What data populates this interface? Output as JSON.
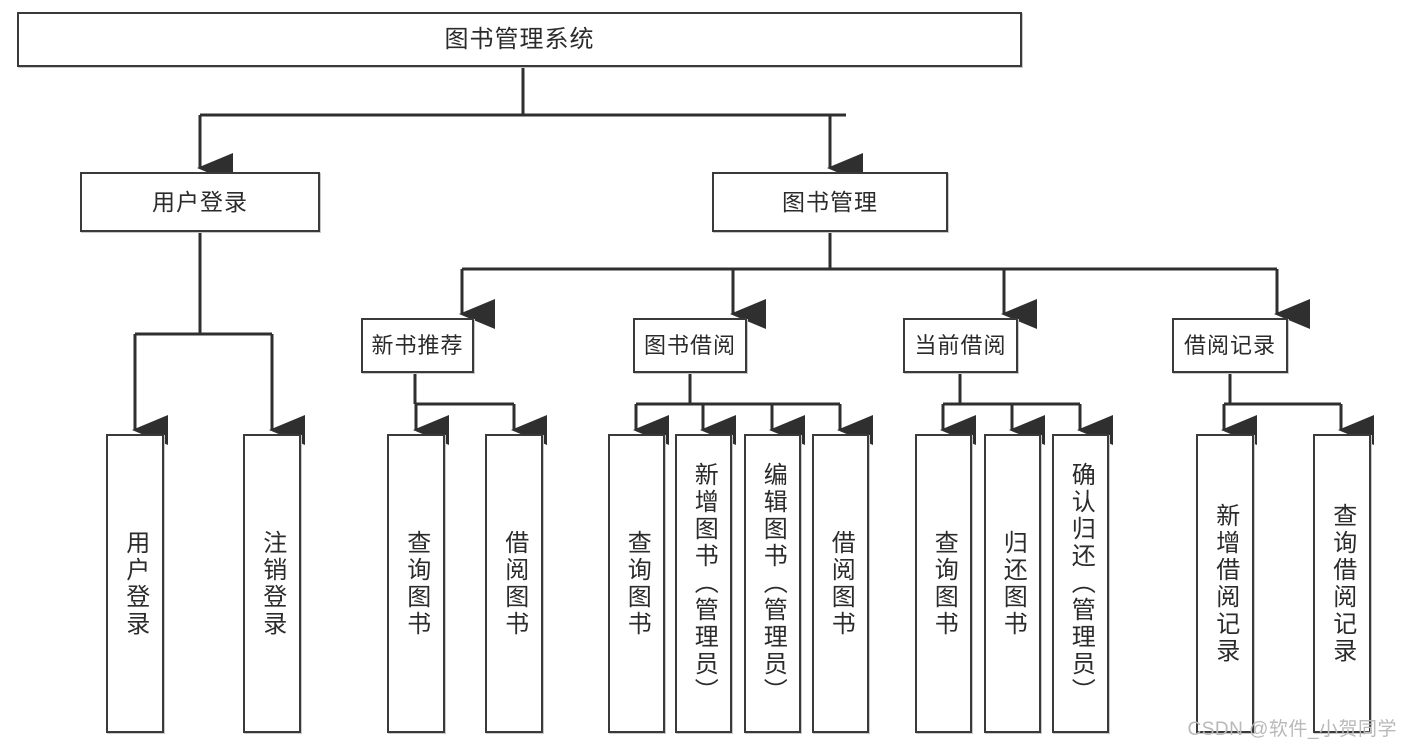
{
  "diagram": {
    "title": "图书管理系统",
    "type": "tree-hierarchy",
    "watermark": "CSDN @软件_小贺同学",
    "colors": {
      "box_border": "#3a3a3a",
      "box_fill": "#ffffff",
      "connector": "#2f2f2f",
      "text": "#2b2b2b",
      "watermark": "#b9b9b9",
      "background": "#ffffff"
    }
  },
  "root": {
    "label": "图书管理系统"
  },
  "level1": [
    {
      "label": "用户登录"
    },
    {
      "label": "图书管理"
    }
  ],
  "level2": [
    {
      "label": "新书推荐"
    },
    {
      "label": "图书借阅"
    },
    {
      "label": "当前借阅"
    },
    {
      "label": "借阅记录"
    }
  ],
  "leaves": {
    "user_login": [
      {
        "label": "用户登录"
      },
      {
        "label": "注销登录"
      }
    ],
    "new_book_recommend": [
      {
        "label": "查询图书"
      },
      {
        "label": "借阅图书"
      }
    ],
    "book_borrow": [
      {
        "label": "查询图书"
      },
      {
        "label": "新增图书（管理员）"
      },
      {
        "label": "编辑图书（管理员）"
      },
      {
        "label": "借阅图书"
      }
    ],
    "current_borrow": [
      {
        "label": "查询图书"
      },
      {
        "label": "归还图书"
      },
      {
        "label": "确认归还（管理员）"
      }
    ],
    "borrow_record": [
      {
        "label": "新增借阅记录"
      },
      {
        "label": "查询借阅记录"
      }
    ]
  }
}
